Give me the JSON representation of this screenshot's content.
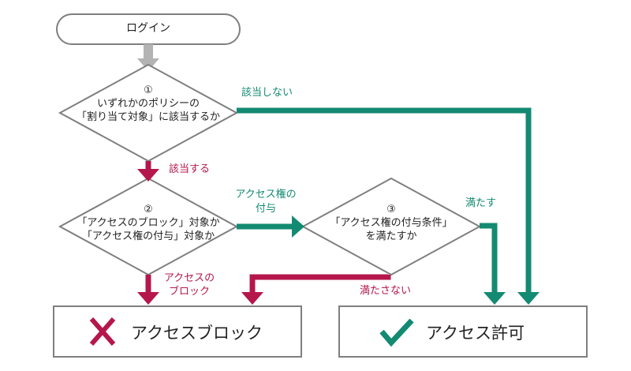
{
  "start": {
    "label": "ログイン"
  },
  "q1": {
    "number": "①",
    "line1": "いずれかのポリシーの",
    "line2": "「割り当て対象」に該当するか"
  },
  "q2": {
    "number": "②",
    "line1": "「アクセスのブロック」対象か",
    "line2": "「アクセス権の付与」対象か"
  },
  "q3": {
    "number": "③",
    "line1": "「アクセス権の付与条件」",
    "line2": "を満たすか"
  },
  "edges": {
    "q1_no": "該当しない",
    "q1_yes": "該当する",
    "q2_grant_line1": "アクセス権の",
    "q2_grant_line2": "付与",
    "q2_block_line1": "アクセスの",
    "q2_block_line2": "ブロック",
    "q3_yes": "満たす",
    "q3_no": "満たさない"
  },
  "results": {
    "block": "アクセスブロック",
    "allow": "アクセス許可"
  },
  "colors": {
    "green": "#138a72",
    "crimson": "#b5174d",
    "gray": "#b3b3b3",
    "outline": "#7f7f7f"
  },
  "icons": {
    "block": "cross-icon",
    "allow": "check-icon"
  }
}
